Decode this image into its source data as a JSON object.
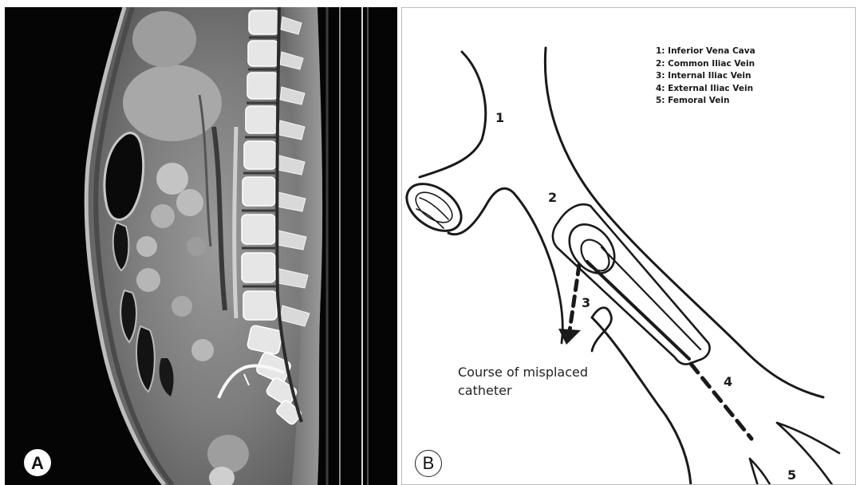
{
  "panels": {
    "a": {
      "letter": "A"
    },
    "b": {
      "letter": "B"
    }
  },
  "legend": [
    "1: Inferior Vena Cava",
    "2: Common Iliac Vein",
    "3: Internal Iliac Vein",
    "4: External Iliac Vein",
    "5: Femoral Vein"
  ],
  "region_numbers": {
    "n1": "1",
    "n2": "2",
    "n3": "3",
    "n4": "4",
    "n5": "5"
  },
  "annotation": "Course of misplaced catheter",
  "colors": {
    "ct_background": "#050505",
    "bone": "#f2f2f2",
    "soft_tissue": "#8a8a8a",
    "ink": "#1a1a1a"
  }
}
